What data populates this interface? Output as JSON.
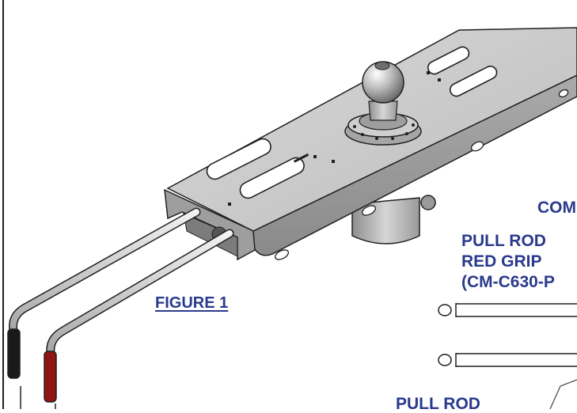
{
  "figure": {
    "caption": "FIGURE 1"
  },
  "callouts": {
    "com": "COM",
    "pull_rod_red": [
      "PULL ROD",
      "RED GRIP",
      "(CM-C630-P"
    ],
    "pull_rod_bottom": "PULL ROD"
  },
  "colors": {
    "label": "#2a3a8c",
    "plate": "#c9c9c9",
    "plate_dark": "#9c9c9c",
    "black_grip": "#1a1a1a",
    "red_grip": "#8f1512",
    "outline": "#202020"
  },
  "icons": [
    "hitch-ball-icon",
    "pull-rod-part-icon"
  ]
}
